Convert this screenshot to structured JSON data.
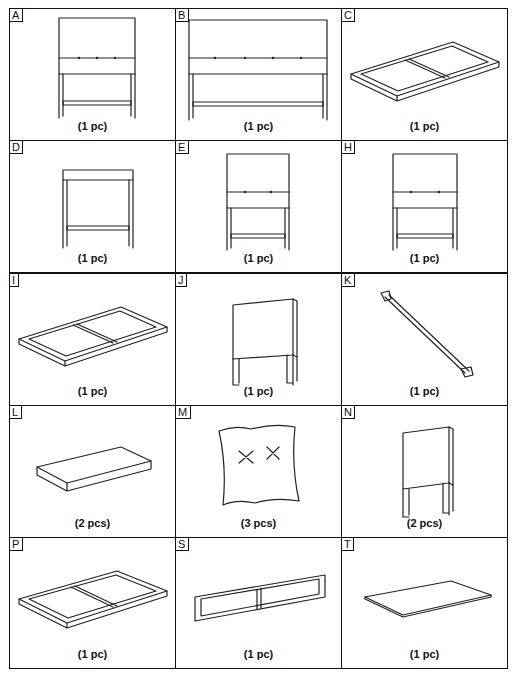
{
  "diagram": {
    "nodes": [
      {
        "text": [
          "(1 pc)"
        ]
      },
      {
        "text": [
          "A"
        ],
        "in": 0
      },
      {
        "text": [
          "(1 pc)"
        ]
      },
      {
        "text": [
          "B"
        ],
        "in": 2
      },
      {
        "text": [
          "(1 pc)"
        ]
      },
      {
        "text": [
          "C"
        ],
        "in": 4
      },
      {
        "text": [
          "(1 pc)"
        ]
      },
      {
        "text": [
          "D"
        ],
        "in": 6
      },
      {
        "text": [
          "(1 pc)"
        ]
      },
      {
        "text": [
          "E"
        ],
        "in": 8
      },
      {
        "text": [
          "(1 pc)"
        ]
      },
      {
        "text": [
          "H"
        ],
        "in": 10
      },
      {
        "text": [
          "(1 pc)"
        ]
      },
      {
        "text": [
          "I"
        ],
        "in": 12
      },
      {
        "text": [
          "(1 pc)"
        ]
      },
      {
        "text": [
          "J"
        ],
        "in": 14
      },
      {
        "text": [
          "(1 pc)"
        ]
      },
      {
        "text": [
          "K"
        ],
        "in": 16
      },
      {
        "text": [
          "(2 pcs)"
        ]
      },
      {
        "text": [
          "L"
        ],
        "in": 18
      },
      {
        "text": [
          "(3 pcs)"
        ]
      },
      {
        "text": [
          "M"
        ],
        "in": 20
      },
      {
        "text": [
          "(2 pcs)"
        ]
      },
      {
        "text": [
          "N"
        ],
        "in": 22
      },
      {
        "text": [
          "(1 pc)"
        ]
      },
      {
        "text": [
          "P"
        ],
        "in": 24
      },
      {
        "text": [
          "(1 pc)"
        ]
      },
      {
        "text": [
          "S"
        ],
        "in": 26
      },
      {
        "text": [
          "(1 pc)"
        ]
      },
      {
        "text": [
          "T"
        ],
        "in": 28
      }
    ]
  }
}
